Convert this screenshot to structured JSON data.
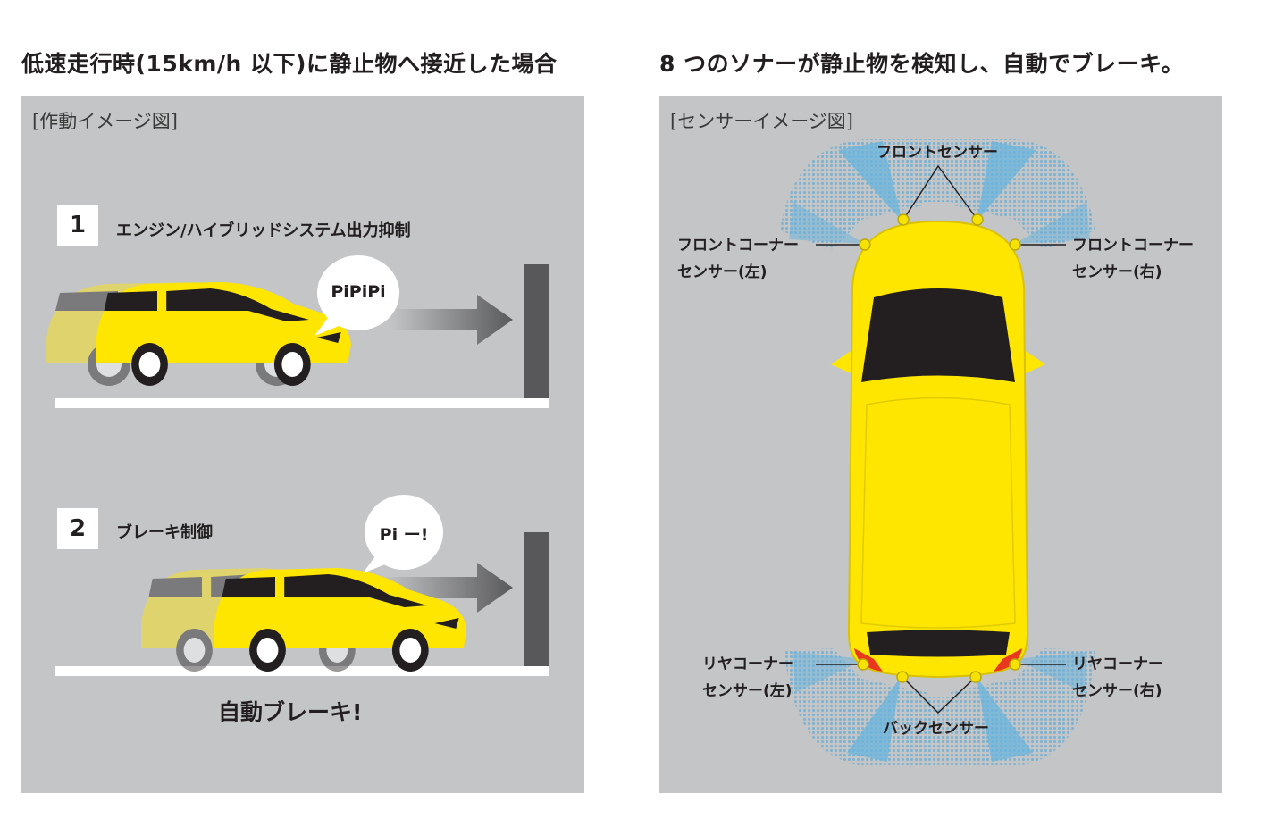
{
  "left": {
    "heading": "低速走行時(15km/h 以下)に静止物へ接近した場合",
    "panel_label": "[作動イメージ図]",
    "steps": [
      {
        "number": "1",
        "label": "エンジン/ハイブリッドシステム出力抑制",
        "sound": "PiPiPi"
      },
      {
        "number": "2",
        "label": "ブレーキ制御",
        "sound": "Pi ー!"
      }
    ],
    "caption": "自動ブレーキ!"
  },
  "right": {
    "heading": "8 つのソナーが静止物を検知し、自動でブレーキ。",
    "panel_label": "[センサーイメージ図]",
    "labels": {
      "front": "フロントセンサー",
      "front_corner_left_1": "フロントコーナー",
      "front_corner_left_2": "センサー(左)",
      "front_corner_right_1": "フロントコーナー",
      "front_corner_right_2": "センサー(右)",
      "rear_corner_left_1": "リヤコーナー",
      "rear_corner_left_2": "センサー(左)",
      "rear_corner_right_1": "リヤコーナー",
      "rear_corner_right_2": "センサー(右)",
      "back": "バックセンサー"
    }
  },
  "colors": {
    "car_yellow": "#ffe600",
    "panel_gray": "#c3c5c7",
    "wall": "#58585a",
    "sensor_blue": "#6ab4dc",
    "sensor_dot": "#f5e200",
    "rear_red": "#e8381e"
  }
}
